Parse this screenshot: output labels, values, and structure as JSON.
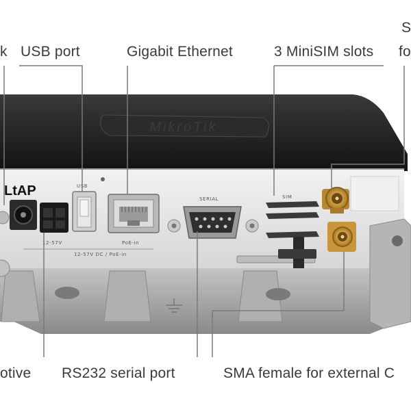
{
  "labels": {
    "left_top_fragment": "k",
    "usb": "USB port",
    "ethernet": "Gigabit Ethernet",
    "sim": "3 MiniSIM slots",
    "right_top_fragment_1": "S",
    "right_top_fragment_2": "fo",
    "left_bottom_fragment": "otive",
    "rs232": "RS232 serial port",
    "sma": "SMA female for external C"
  },
  "device": {
    "model_mark": "LtAP",
    "lid_logo": "MikroTik",
    "serial_mark": "SERIAL",
    "power_mark": "12-57V",
    "usb_mark": "USB",
    "lan_mark": "PoE-in",
    "sim_mark": "SIM",
    "ports_row_text": "12-57V DC / PoE-in"
  },
  "colors": {
    "lid": "#1c1c1c",
    "panel": "#e8e8e8",
    "base": "#a8a8a8",
    "gold": "#c99a3e",
    "leader": "#7a7a7a",
    "text": "#3a3a3a"
  }
}
